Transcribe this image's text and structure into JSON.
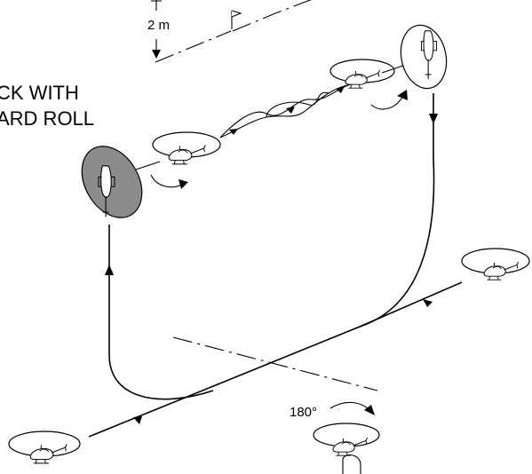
{
  "labels": {
    "height_label": "2 m",
    "title_line1": "CK WITH",
    "title_line2": "ARD ROLL",
    "rotation_label": "180°"
  },
  "colors": {
    "stroke": "#000000",
    "disc_fill": "#8c8c8c",
    "background": "#ffffff"
  },
  "icons": [
    "flag-icon",
    "helicopter-icon",
    "rotor-disc-icon",
    "curved-arrow-icon",
    "direction-arrow-icon"
  ]
}
